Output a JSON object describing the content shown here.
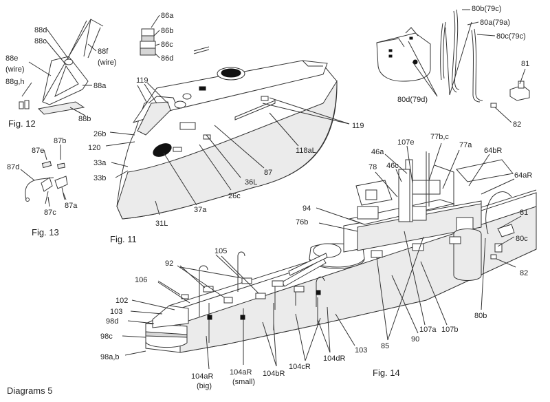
{
  "page_title": "Diagrams 5",
  "figures": {
    "fig11": "Fig. 11",
    "fig12": "Fig. 12",
    "fig13": "Fig. 13",
    "fig14": "Fig. 14"
  },
  "labels": {
    "fig12": [
      "88d",
      "88c",
      "88f",
      "(wire)",
      "88e",
      "(wire)",
      "88g,h",
      "88a",
      "88b"
    ],
    "fig13": [
      "87b",
      "87e",
      "87d",
      "87c",
      "87a"
    ],
    "fig11": [
      "86a",
      "86b",
      "86c",
      "86d",
      "119",
      "26b",
      "120",
      "33a",
      "33b",
      "37a",
      "31L",
      "26c",
      "36L",
      "87",
      "118aL",
      "119"
    ],
    "top_right": [
      "80b(79c)",
      "80a(79a)",
      "80c(79c)",
      "81",
      "80d(79d)",
      "82"
    ],
    "fig14": [
      "107e",
      "77b,c",
      "46a",
      "77a",
      "64bR",
      "46c",
      "78",
      "64aR",
      "94",
      "76b",
      "81",
      "80c",
      "82",
      "80b",
      "105",
      "92",
      "106",
      "102",
      "103",
      "98d",
      "98c",
      "98a,b",
      "104aR",
      "(big)",
      "104aR",
      "(small)",
      "104bR",
      "104cR",
      "104dR",
      "103",
      "85",
      "90",
      "107a",
      "107b"
    ]
  }
}
